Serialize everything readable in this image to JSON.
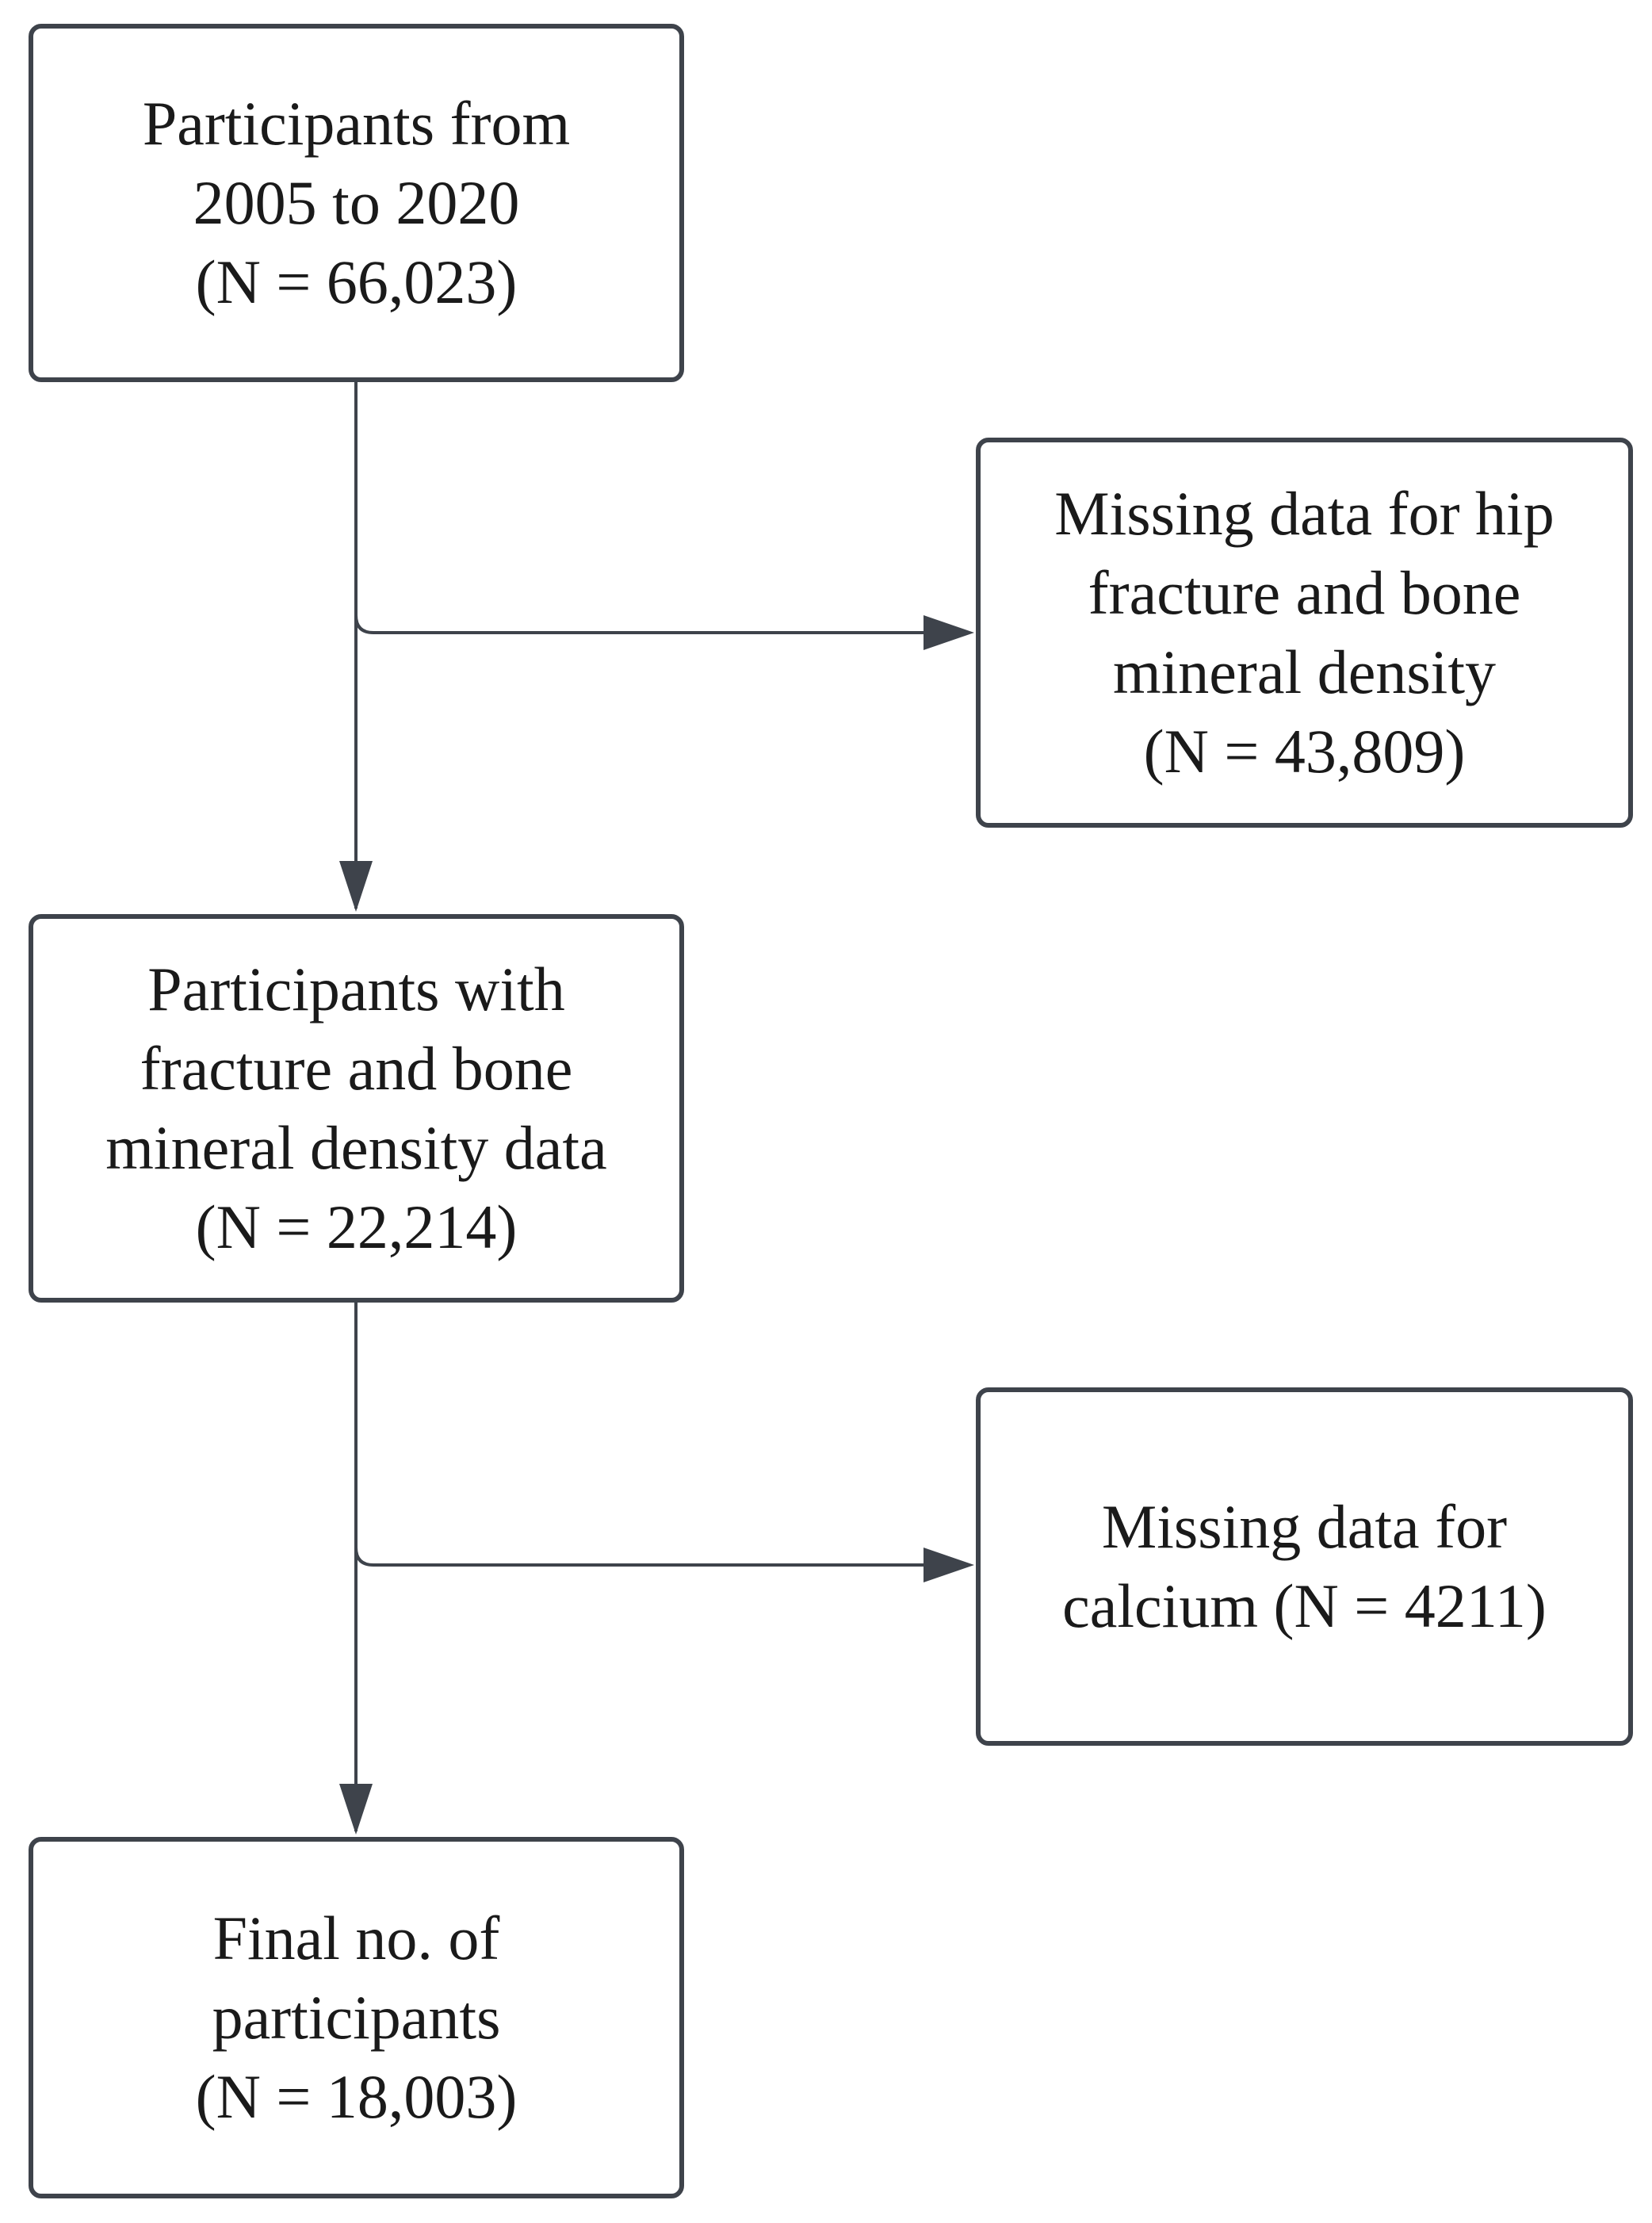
{
  "colors": {
    "line": "#3e434b",
    "text": "#1a1a1a",
    "background": "#ffffff"
  },
  "boxes": {
    "start": {
      "lines": [
        "Participants from",
        "2005 to 2020",
        "(N = 66,023)"
      ]
    },
    "excluded_1": {
      "lines": [
        "Missing data for hip",
        "fracture and bone",
        "mineral density",
        "(N = 43,809)"
      ]
    },
    "middle": {
      "lines": [
        "Participants with",
        "fracture and bone",
        "mineral density data",
        "(N = 22,214)"
      ]
    },
    "excluded_2": {
      "lines": [
        "Missing data for",
        "calcium (N = 4211)"
      ]
    },
    "final": {
      "lines": [
        "Final no. of",
        "participants",
        "(N = 18,003)"
      ]
    }
  }
}
